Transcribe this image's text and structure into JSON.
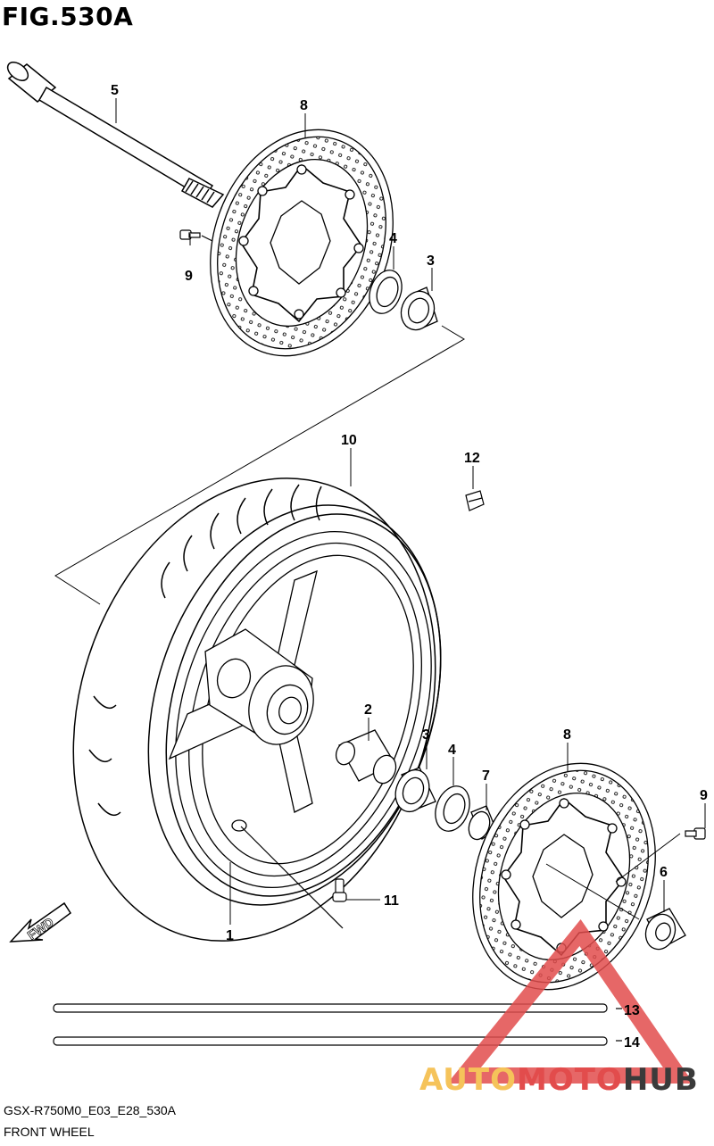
{
  "figure": {
    "title": "FIG.530A"
  },
  "callouts": [
    {
      "id": "c1",
      "label": "1"
    },
    {
      "id": "c2",
      "label": "2"
    },
    {
      "id": "c3a",
      "label": "3"
    },
    {
      "id": "c3b",
      "label": "3"
    },
    {
      "id": "c4a",
      "label": "4"
    },
    {
      "id": "c4b",
      "label": "4"
    },
    {
      "id": "c5",
      "label": "5"
    },
    {
      "id": "c6",
      "label": "6"
    },
    {
      "id": "c7",
      "label": "7"
    },
    {
      "id": "c8a",
      "label": "8"
    },
    {
      "id": "c8b",
      "label": "8"
    },
    {
      "id": "c9a",
      "label": "9"
    },
    {
      "id": "c9b",
      "label": "9"
    },
    {
      "id": "c10",
      "label": "10"
    },
    {
      "id": "c11",
      "label": "11"
    },
    {
      "id": "c12",
      "label": "12"
    },
    {
      "id": "c13",
      "label": "13"
    },
    {
      "id": "c14",
      "label": "14"
    }
  ],
  "fwd_label": "FWD",
  "footer": {
    "code": "GSX-R750M0_E03_E28_530A",
    "name": "FRONT WHEEL"
  },
  "watermark": {
    "part1": "AUTO",
    "part2": "MOTO",
    "part3": "HUB",
    "color_triangle": "#e24c4c"
  }
}
